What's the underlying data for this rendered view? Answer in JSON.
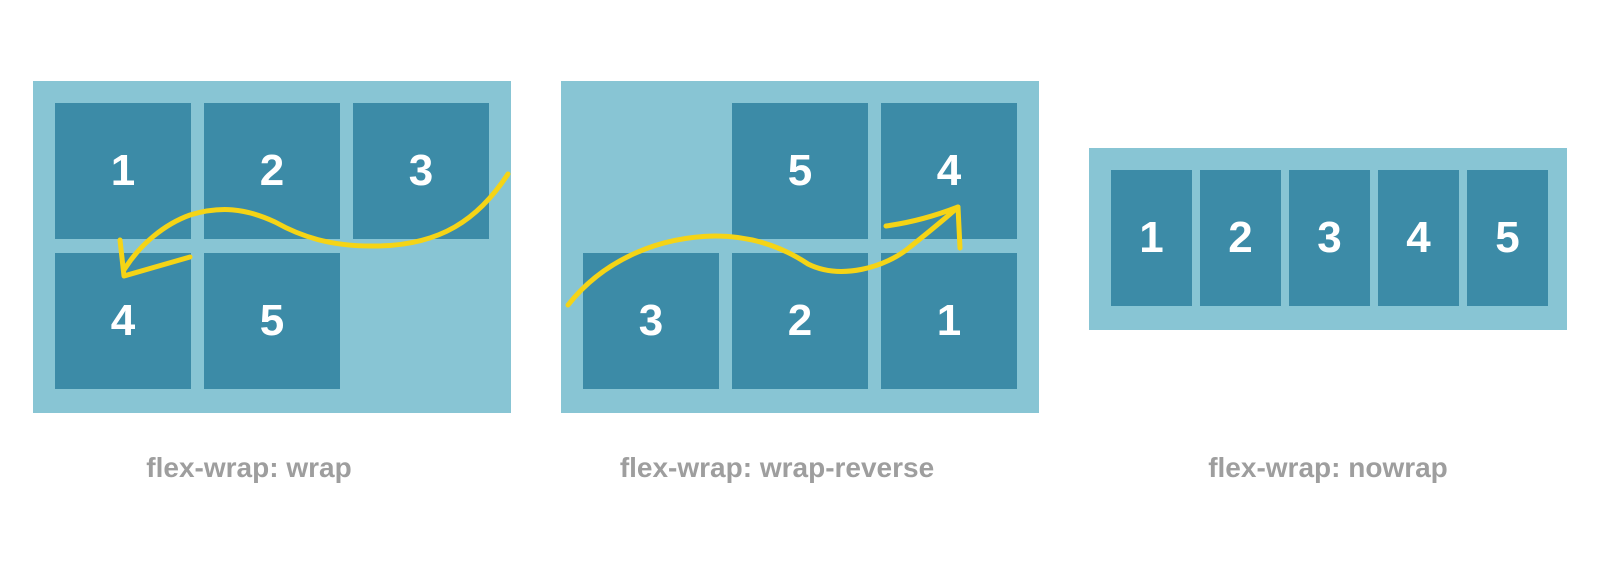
{
  "diagrams": [
    {
      "id": "wrap",
      "caption": "flex-wrap: wrap",
      "items": [
        "1",
        "2",
        "3",
        "4",
        "5"
      ]
    },
    {
      "id": "wrap-reverse",
      "caption": "flex-wrap: wrap-reverse",
      "items": [
        "5",
        "4",
        "3",
        "2",
        "1"
      ]
    },
    {
      "id": "nowrap",
      "caption": "flex-wrap: nowrap",
      "items": [
        "1",
        "2",
        "3",
        "4",
        "5"
      ]
    }
  ],
  "colors": {
    "container": "#88c5d4",
    "item": "#3c8ba7",
    "item_text": "#ffffff",
    "arrow": "#f5d416",
    "caption": "#9e9e9e"
  }
}
